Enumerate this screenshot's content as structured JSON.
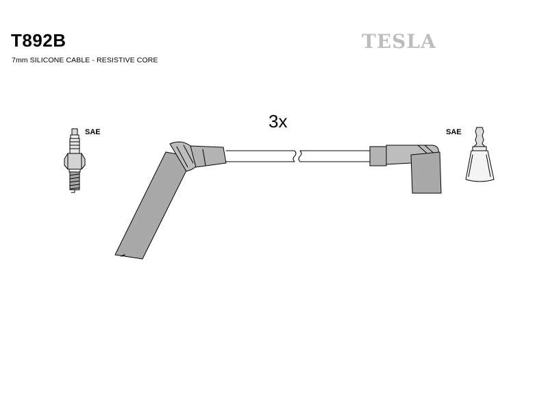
{
  "header": {
    "part_number": "T892B",
    "subtitle": "7mm SILICONE CABLE - RESISTIVE CORE",
    "brand": "TESLA"
  },
  "diagram": {
    "quantity_label": "3x",
    "left_connector_label": "SAE",
    "right_connector_label": "SAE"
  }
}
